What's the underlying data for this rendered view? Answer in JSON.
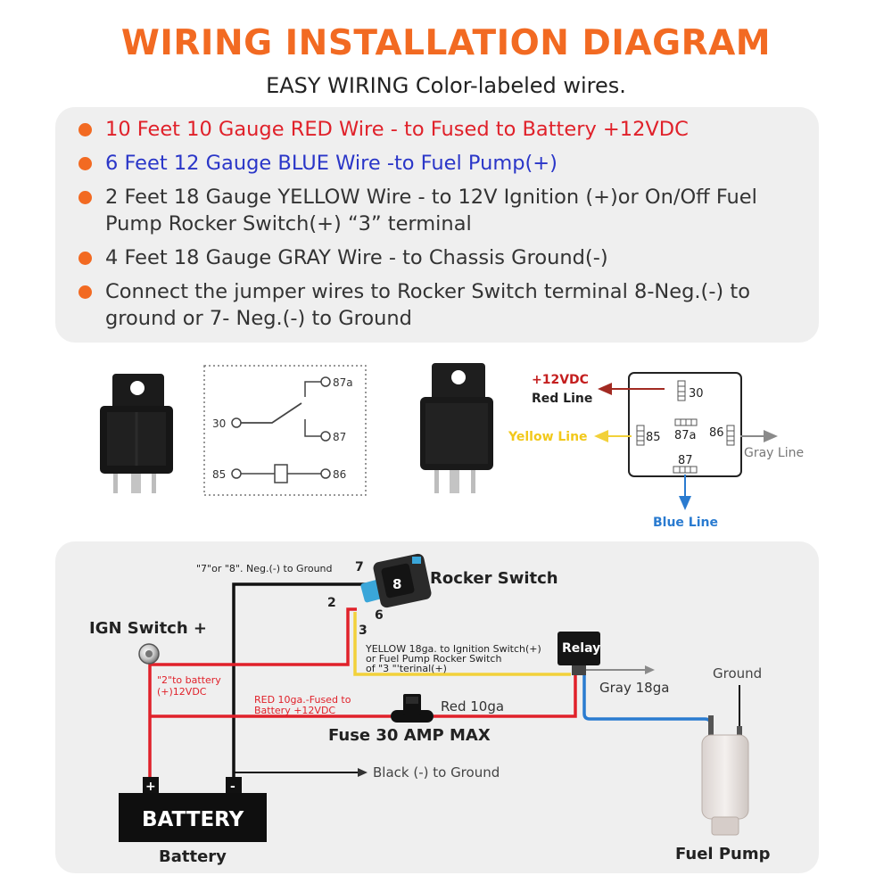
{
  "header": {
    "title": "WIRING INSTALLATION DIAGRAM",
    "subtitle": "EASY WIRING Color-labeled wires."
  },
  "bullets": [
    {
      "text": "10 Feet 10 Gauge RED Wire - to Fused to Battery +12VDC",
      "color": "#e0212a"
    },
    {
      "text": "6 Feet 12 Gauge BLUE Wire -to Fuel Pump(+)",
      "color": "#2a36c8"
    },
    {
      "text": "2 Feet 18 Gauge YELLOW Wire - to 12V Ignition (+)or On/Off Fuel Pump Rocker Switch(+) “3” terminal",
      "color": "#333333"
    },
    {
      "text": "4 Feet 18 Gauge GRAY Wire - to Chassis Ground(-)",
      "color": "#333333"
    },
    {
      "text": "Connect the jumper wires to Rocker Switch terminal 8-Neg.(-) to ground or 7- Neg.(-) to Ground",
      "color": "#333333"
    }
  ],
  "schematic": {
    "pin_87a": "87a",
    "pin_30": "30",
    "pin_87": "87",
    "pin_85": "85",
    "pin_86": "86"
  },
  "pinout": {
    "plus12": "+12VDC",
    "red_line": "Red Line",
    "yellow_line": "Yellow Line",
    "gray_line": "Gray Line",
    "blue_line": "Blue Line",
    "pin_30": "30",
    "pin_85": "85",
    "pin_87a": "87a",
    "pin_86": "86",
    "pin_87": "87"
  },
  "wiring": {
    "rocker_switch": "Rocker Switch",
    "neg_to_ground": "\"7\"or \"8\". Neg.(-) to Ground",
    "t7": "7",
    "t8": "8",
    "t2": "2",
    "t6": "6",
    "t3": "3",
    "ign_switch": "IGN Switch +",
    "to_battery_1": "\"2\"to battery",
    "to_battery_2": "(+)12VDC",
    "yellow_1": "YELLOW 18ga. to Ignition Switch(+)",
    "yellow_2": "or Fuel Pump Rocker Switch",
    "yellow_3": "of \"3 \"'terinal(+)",
    "relay": "Relay",
    "gray_18ga": "Gray 18ga",
    "ground": "Ground",
    "red_1": "RED 10ga.-Fused to",
    "red_2": "Battery +12VDC",
    "red_10ga": "Red 10ga",
    "fuse": "Fuse 30 AMP MAX",
    "black_ground": "Black (-) to Ground",
    "battery_plus": "+",
    "battery_minus": "-",
    "battery_label": "BATTERY",
    "battery_caption": "Battery",
    "fuel_pump": "Fuel Pump"
  },
  "colors": {
    "accent": "#f26a22",
    "red_wire": "#e0212a",
    "blue_wire": "#2a7bd0",
    "yellow_wire": "#f2d13a",
    "gray_wire": "#8a8a8a",
    "black_wire": "#111111"
  }
}
